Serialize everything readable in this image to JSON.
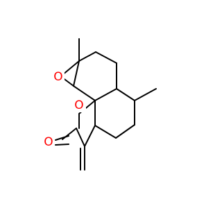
{
  "molecule": {
    "atoms": [
      {
        "label": "O",
        "color": "#ff0000"
      },
      {
        "label": "O",
        "color": "#ff0000"
      },
      {
        "label": "O",
        "color": "#ff0000"
      }
    ],
    "colors": {
      "bond": "#000000",
      "oxygen": "#ff0000",
      "background": "#ffffff"
    }
  }
}
